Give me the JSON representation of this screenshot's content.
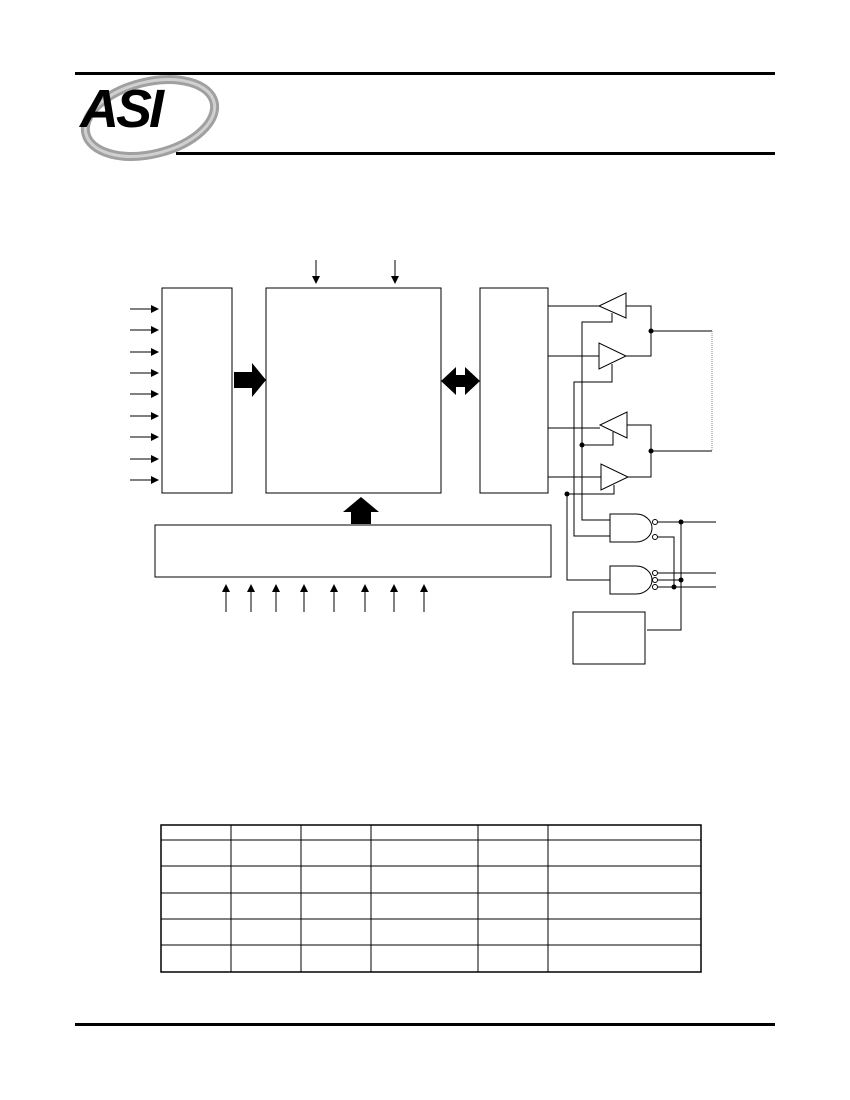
{
  "header": {
    "logo_text": "ASI"
  },
  "colors": {
    "ink": "#000000",
    "logo_swoosh": "#9a9a9a",
    "dotted_link": "#888888"
  },
  "diagram": {
    "row_decoder_inputs": 9,
    "column_decoder_inputs": 8,
    "array_control_inputs": 2,
    "output_buffers": 4,
    "and_gates": 2
  },
  "table": {
    "columns": 6,
    "rows": 6
  }
}
